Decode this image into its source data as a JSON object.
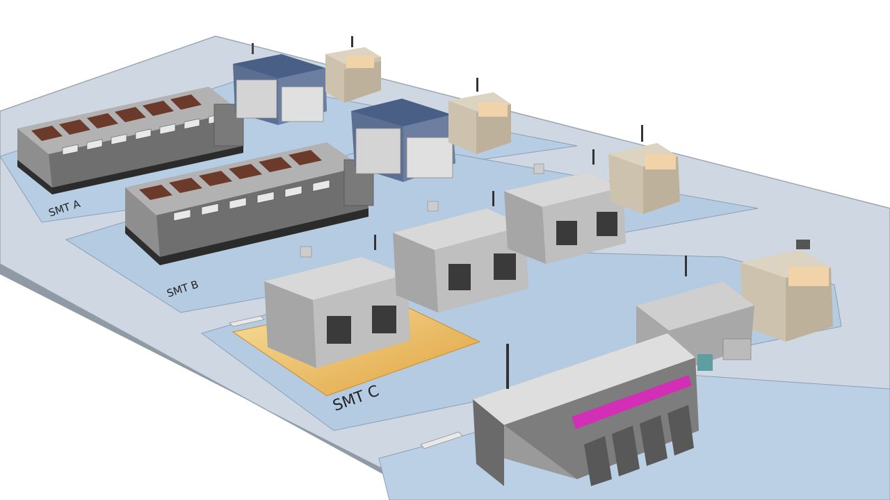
{
  "scene": {
    "title": "",
    "zones": [
      {
        "id": "smt-a",
        "label": "SMT A"
      },
      {
        "id": "smt-b",
        "label": "SMT B"
      },
      {
        "id": "smt-c",
        "label": "SMT C"
      }
    ],
    "colors": {
      "floor": "#c9d5e0",
      "zone": "#b8cde3",
      "highlight": "#e3a84a",
      "machine_grey": "#9a9a9a",
      "machine_blue": "#3e5278",
      "beige": "#cfc4b1",
      "magenta": "#d22fb6",
      "reel_brown": "#6b3a2a"
    }
  }
}
